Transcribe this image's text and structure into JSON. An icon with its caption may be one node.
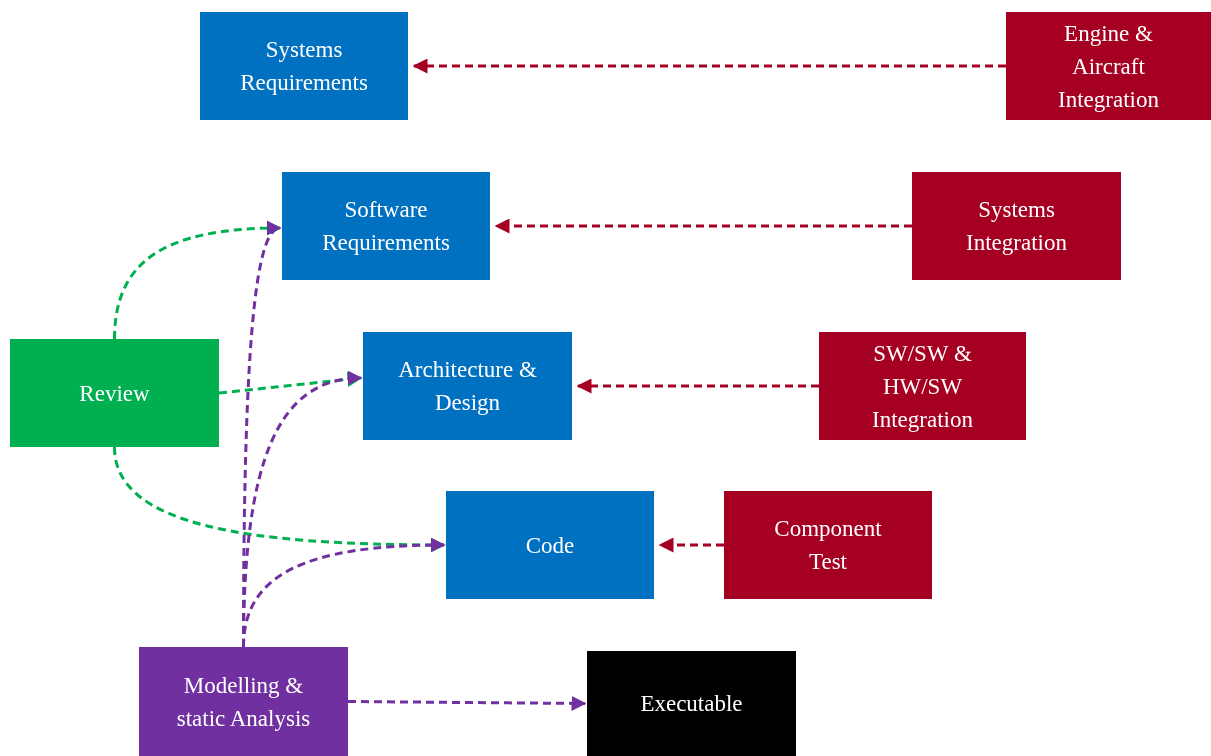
{
  "diagram": {
    "nodes": [
      {
        "text": [
          "Systems Requirements"
        ]
      },
      {
        "text": [
          "Engine & Aircraft Integration"
        ]
      },
      {
        "text": [
          "Software Requirements"
        ]
      },
      {
        "text": [
          "Systems Integration"
        ]
      },
      {
        "text": [
          "Review"
        ]
      },
      {
        "text": [
          "Architecture & Design"
        ]
      },
      {
        "text": [
          "SW/SW & HW/SW Integration"
        ]
      },
      {
        "text": [
          "Code"
        ]
      },
      {
        "text": [
          "Component Test"
        ]
      },
      {
        "text": [
          "Modelling & static Analysis"
        ]
      },
      {
        "text": [
          "Executable"
        ]
      }
    ],
    "edges": [
      {
        "from": 1,
        "to": 0,
        "arrow": "to",
        "style": "dashed",
        "color": "#a50021"
      },
      {
        "from": 3,
        "to": 2,
        "arrow": "to",
        "style": "dashed",
        "color": "#a50021"
      },
      {
        "from": 6,
        "to": 5,
        "arrow": "to",
        "style": "dashed",
        "color": "#a50021"
      },
      {
        "from": 8,
        "to": 7,
        "arrow": "to",
        "style": "dashed",
        "color": "#a50021"
      },
      {
        "from": 4,
        "to": 2,
        "arrow": "to",
        "style": "dashed",
        "color": "#00b050"
      },
      {
        "from": 4,
        "to": 5,
        "arrow": "to",
        "style": "dashed",
        "color": "#00b050"
      },
      {
        "from": 4,
        "to": 7,
        "arrow": "to",
        "style": "dashed",
        "color": "#00b050"
      },
      {
        "from": 9,
        "to": 2,
        "arrow": "to",
        "style": "dashed",
        "color": "#7030a0"
      },
      {
        "from": 9,
        "to": 5,
        "arrow": "to",
        "style": "dashed",
        "color": "#7030a0"
      },
      {
        "from": 9,
        "to": 7,
        "arrow": "to",
        "style": "dashed",
        "color": "#7030a0"
      },
      {
        "from": 9,
        "to": 10,
        "arrow": "to",
        "style": "dashed",
        "color": "#7030a0"
      }
    ]
  }
}
